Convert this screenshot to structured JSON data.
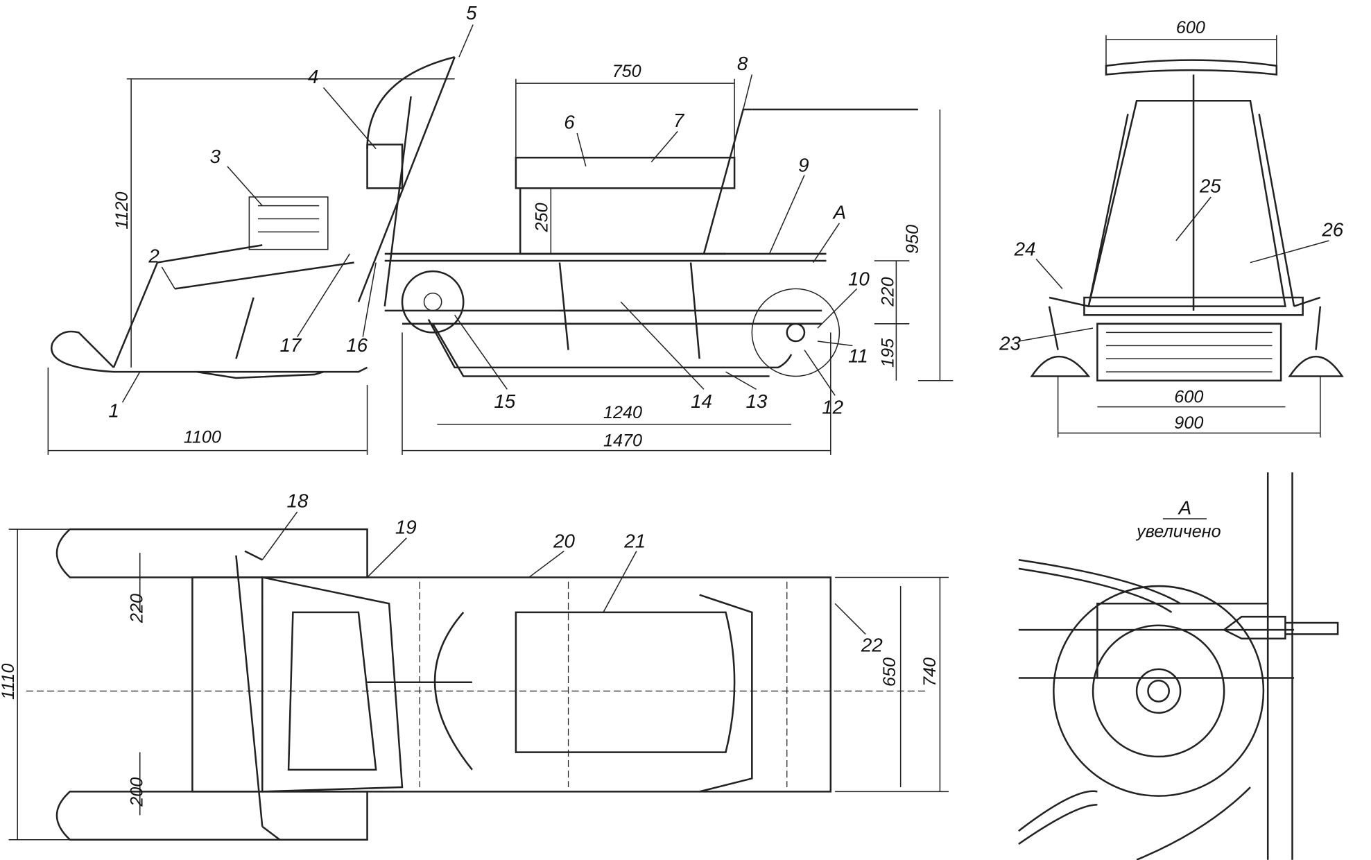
{
  "callouts": {
    "c1": "1",
    "c2": "2",
    "c3": "3",
    "c4": "4",
    "c5": "5",
    "c6": "6",
    "c7": "7",
    "c8": "8",
    "c9": "9",
    "c10": "10",
    "c11": "11",
    "c12": "12",
    "c13": "13",
    "c14": "14",
    "c15": "15",
    "c16": "16",
    "c17": "17",
    "c18": "18",
    "c19": "19",
    "c20": "20",
    "c21": "21",
    "c22": "22",
    "c23": "23",
    "c24": "24",
    "c25": "25",
    "c26": "26",
    "detail_mark": "A"
  },
  "dimensions": {
    "side_length_front": "1100",
    "side_height": "1120",
    "seat_length": "750",
    "seat_height": "250",
    "overall_height": "950",
    "track_upper": "220",
    "track_lower": "195",
    "track_contact": "1240",
    "track_length": "1470",
    "front_handlebar": "600",
    "front_track_width": "600",
    "front_ski_span": "900",
    "top_ski_offset_upper": "220",
    "top_ski_offset_lower": "200",
    "top_overall_width": "1110",
    "top_body_inner": "650",
    "top_body_outer": "740"
  },
  "detail_view": {
    "title": "A",
    "subtitle": "увеличено"
  }
}
